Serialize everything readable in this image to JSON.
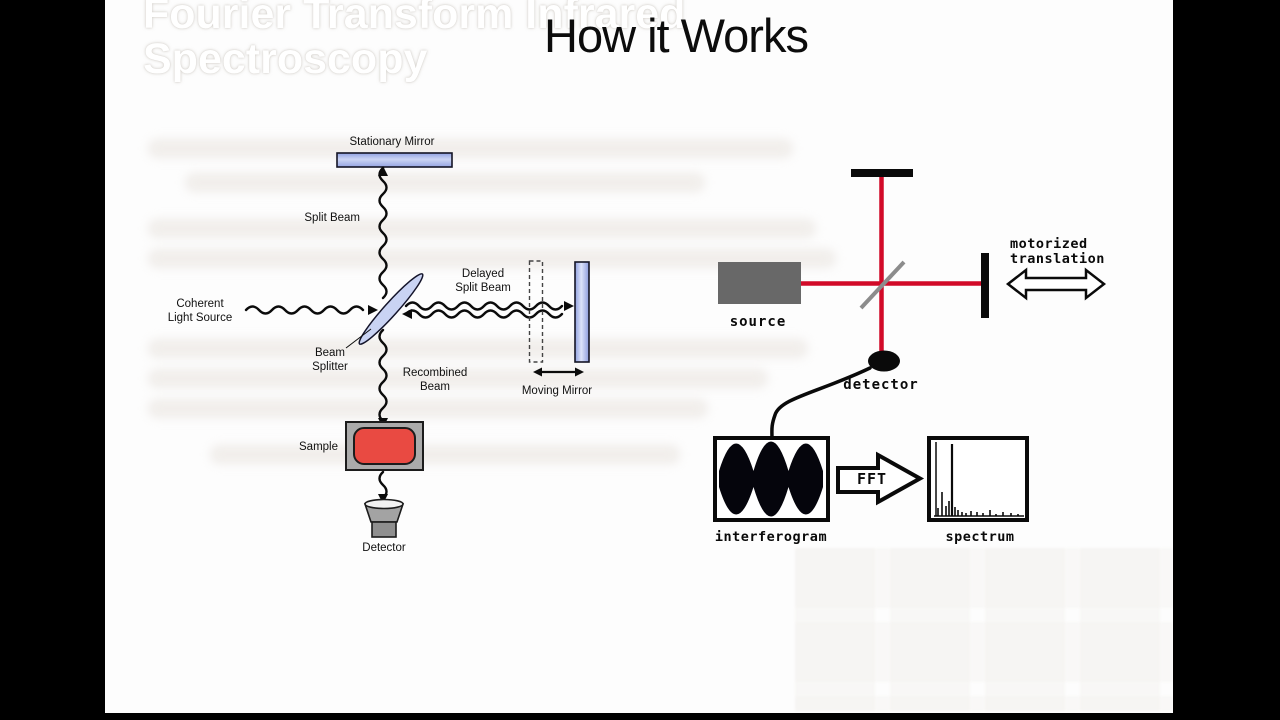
{
  "slide": {
    "title": "How it Works"
  },
  "ghost": {
    "title_line1": "Fourier Transform Infrared",
    "title_line2": "Spectroscopy"
  },
  "left_diagram": {
    "labels": {
      "stationary_mirror": "Stationary Mirror",
      "split_beam": "Split Beam",
      "coherent_line1": "Coherent",
      "coherent_line2": "Light Source",
      "beam_splitter_line1": "Beam",
      "beam_splitter_line2": "Splitter",
      "delayed_line1": "Delayed",
      "delayed_line2": "Split Beam",
      "moving_mirror": "Moving Mirror",
      "recombined_line1": "Recombined",
      "recombined_line2": "Beam",
      "sample": "Sample",
      "detector": "Detector"
    },
    "colors": {
      "mirror_blue": "#b3bfec",
      "sample_red": "#e94a42",
      "frame_gray": "#ababab"
    }
  },
  "right_diagram": {
    "labels": {
      "source": "source",
      "detector": "detector",
      "motorized_line1": "motorized",
      "motorized_line2": "translation",
      "fft": "FFT",
      "interferogram": "interferogram",
      "spectrum": "spectrum"
    },
    "colors": {
      "beam_red": "#d20a28",
      "source_gray": "#686868",
      "splitter_gray": "#8c8c8c"
    }
  }
}
